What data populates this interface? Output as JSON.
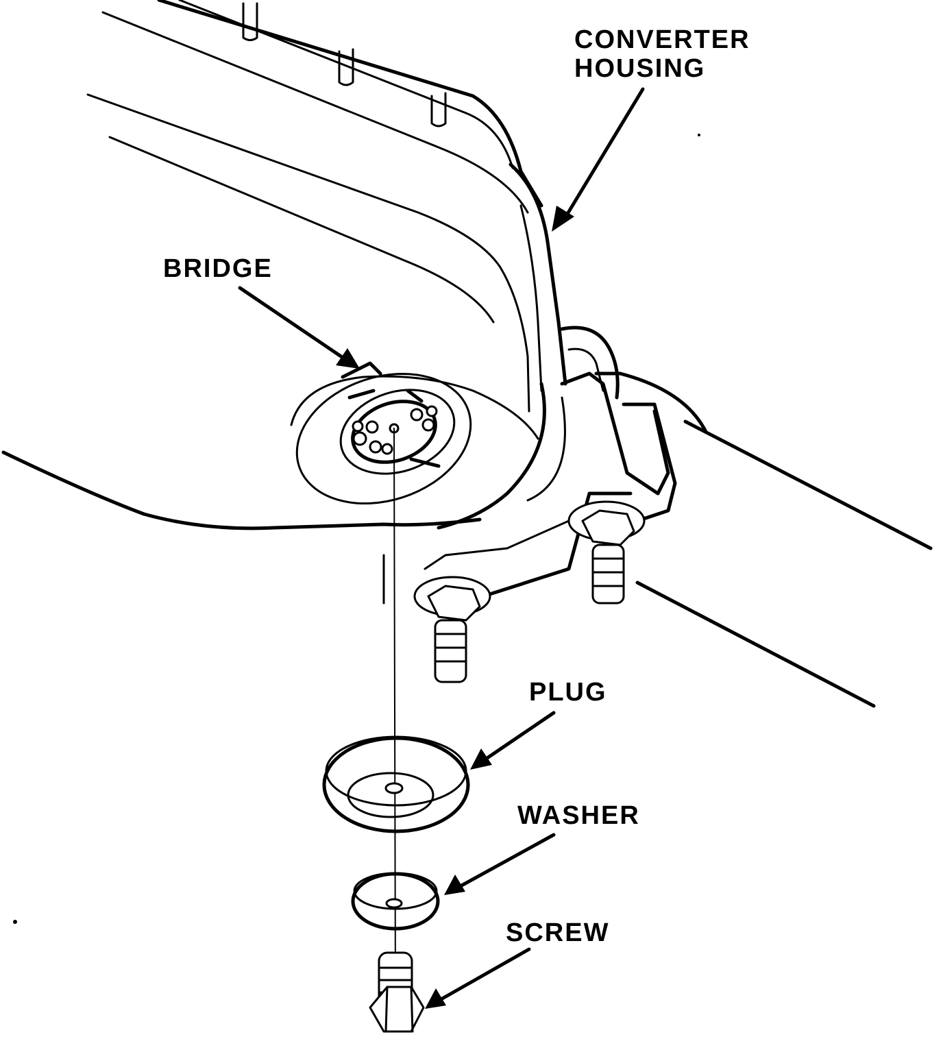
{
  "labels": {
    "converter_housing_line1": "CONVERTER",
    "converter_housing_line2": "HOUSING",
    "bridge": "BRIDGE",
    "plug": "PLUG",
    "washer": "WASHER",
    "screw": "SCREW"
  },
  "colors": {
    "ink": "#000000",
    "paper": "#ffffff"
  }
}
